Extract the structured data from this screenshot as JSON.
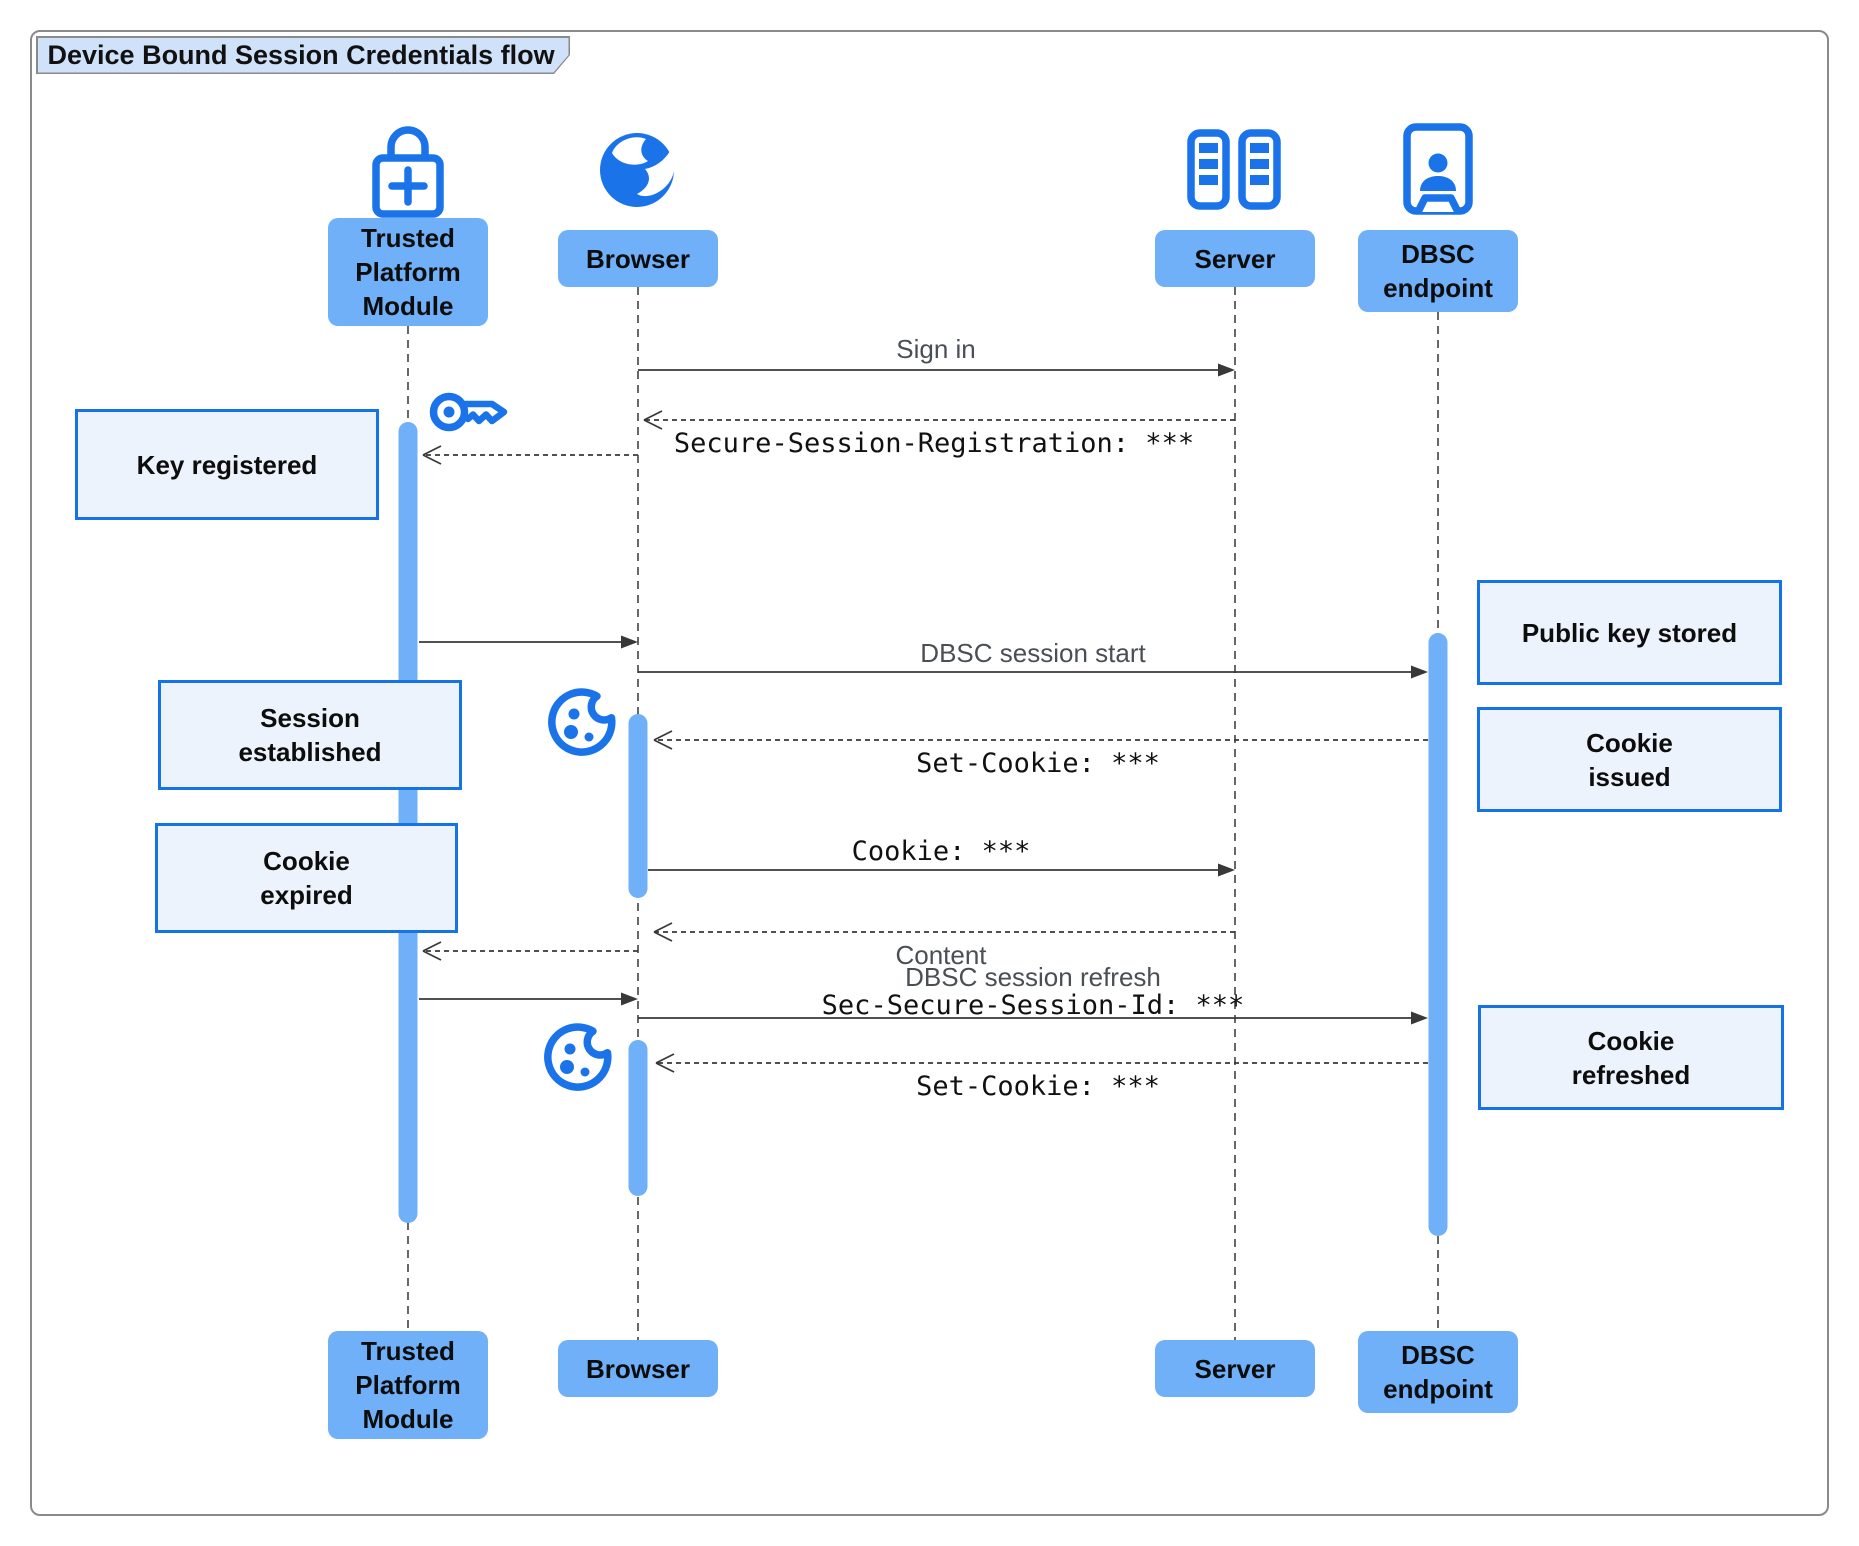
{
  "title": "Device Bound Session Credentials flow",
  "colors": {
    "actor_fill": "#6FB0F8",
    "activation_fill": "#6FB0F8",
    "note_fill": "#EDF3FD",
    "note_border": "#1673E6",
    "icon_blue": "#1A73E8",
    "line": "#383838",
    "title_tab_fill": "#CFE2FA"
  },
  "actors": [
    {
      "id": "tpm",
      "label": "Trusted Platform Module",
      "icon": "lock-plus-icon"
    },
    {
      "id": "browser",
      "label": "Browser",
      "icon": "globe-icon"
    },
    {
      "id": "server",
      "label": "Server",
      "icon": "server-rack-icon"
    },
    {
      "id": "dbsc",
      "label": "DBSC endpoint",
      "icon": "door-person-icon"
    }
  ],
  "messages": {
    "sign_in": "Sign in",
    "session_registration": "Secure-Session-Registration: ***",
    "dbsc_session_start": "DBSC session start",
    "set_cookie_1": "Set-Cookie: ***",
    "cookie": "Cookie: ***",
    "content": "Content",
    "dbsc_session_refresh": "DBSC session refresh",
    "sec_secure_session_id": "Sec-Secure-Session-Id: ***",
    "set_cookie_2": "Set-Cookie: ***"
  },
  "notes": {
    "key_registered": {
      "lines": [
        "Key registered"
      ]
    },
    "session_established": {
      "lines": [
        "Session",
        "established"
      ]
    },
    "cookie_expired": {
      "lines": [
        "Cookie",
        "expired"
      ]
    },
    "public_key_stored": {
      "lines": [
        "Public key stored"
      ]
    },
    "cookie_issued": {
      "lines": [
        "Cookie",
        "issued"
      ]
    },
    "cookie_refreshed": {
      "lines": [
        "Cookie",
        "refreshed"
      ]
    }
  }
}
